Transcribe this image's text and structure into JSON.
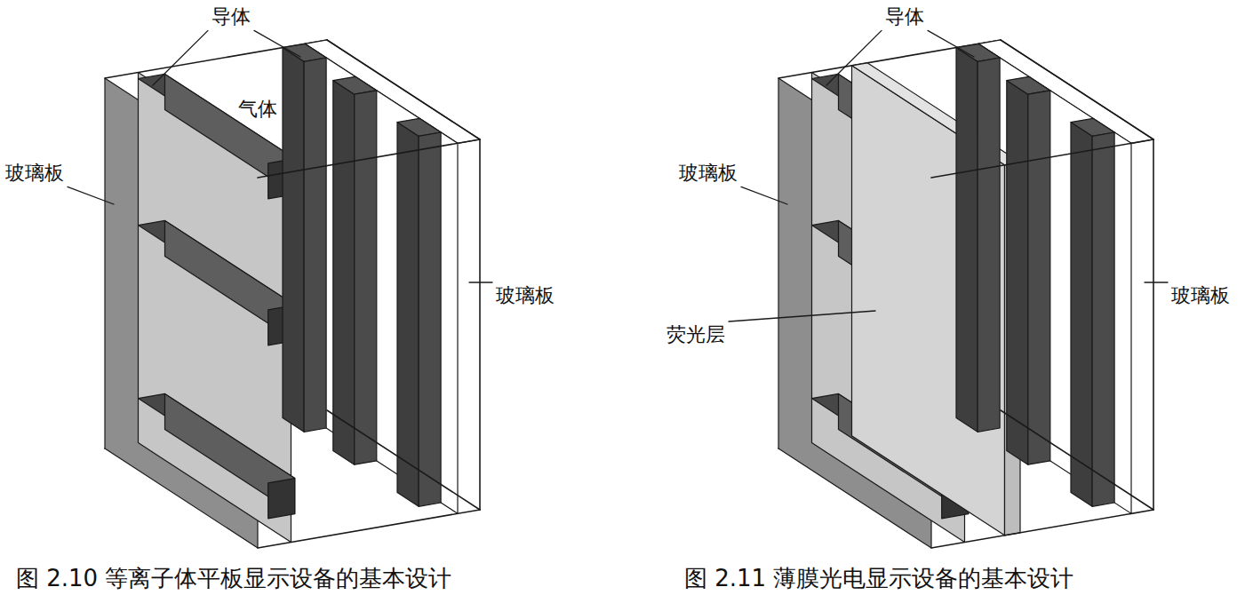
{
  "diagram": {
    "labels": [
      "导体",
      "气体",
      "玻璃板",
      "玻璃板",
      "图 2.10 等离子体平板显示设备的基本设计",
      "导体",
      "玻璃板",
      "荧光层",
      "玻璃板",
      "图 2.11 薄膜光电显示设备的基本设计"
    ]
  }
}
